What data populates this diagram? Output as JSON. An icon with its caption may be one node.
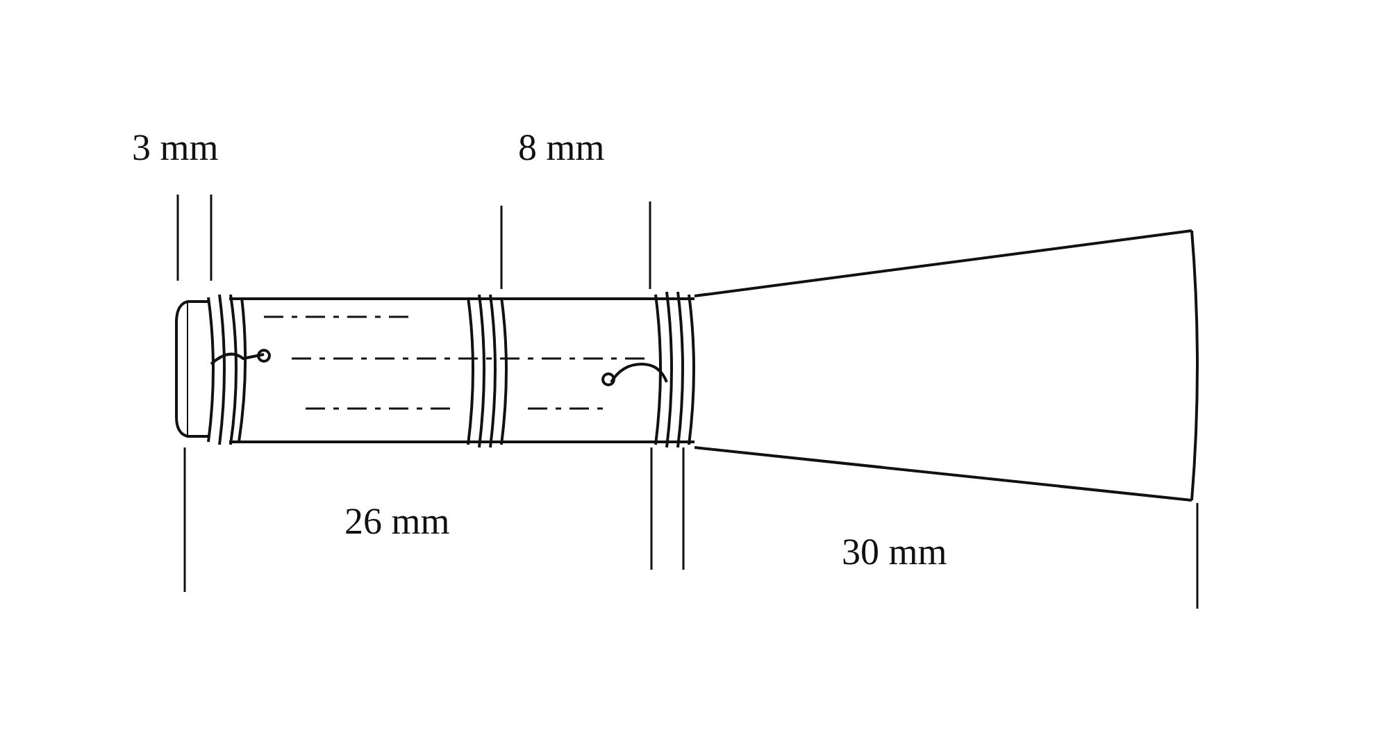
{
  "diagram": {
    "labels": [
      "3 mm",
      "8 mm",
      "26 mm",
      "30 mm"
    ]
  }
}
